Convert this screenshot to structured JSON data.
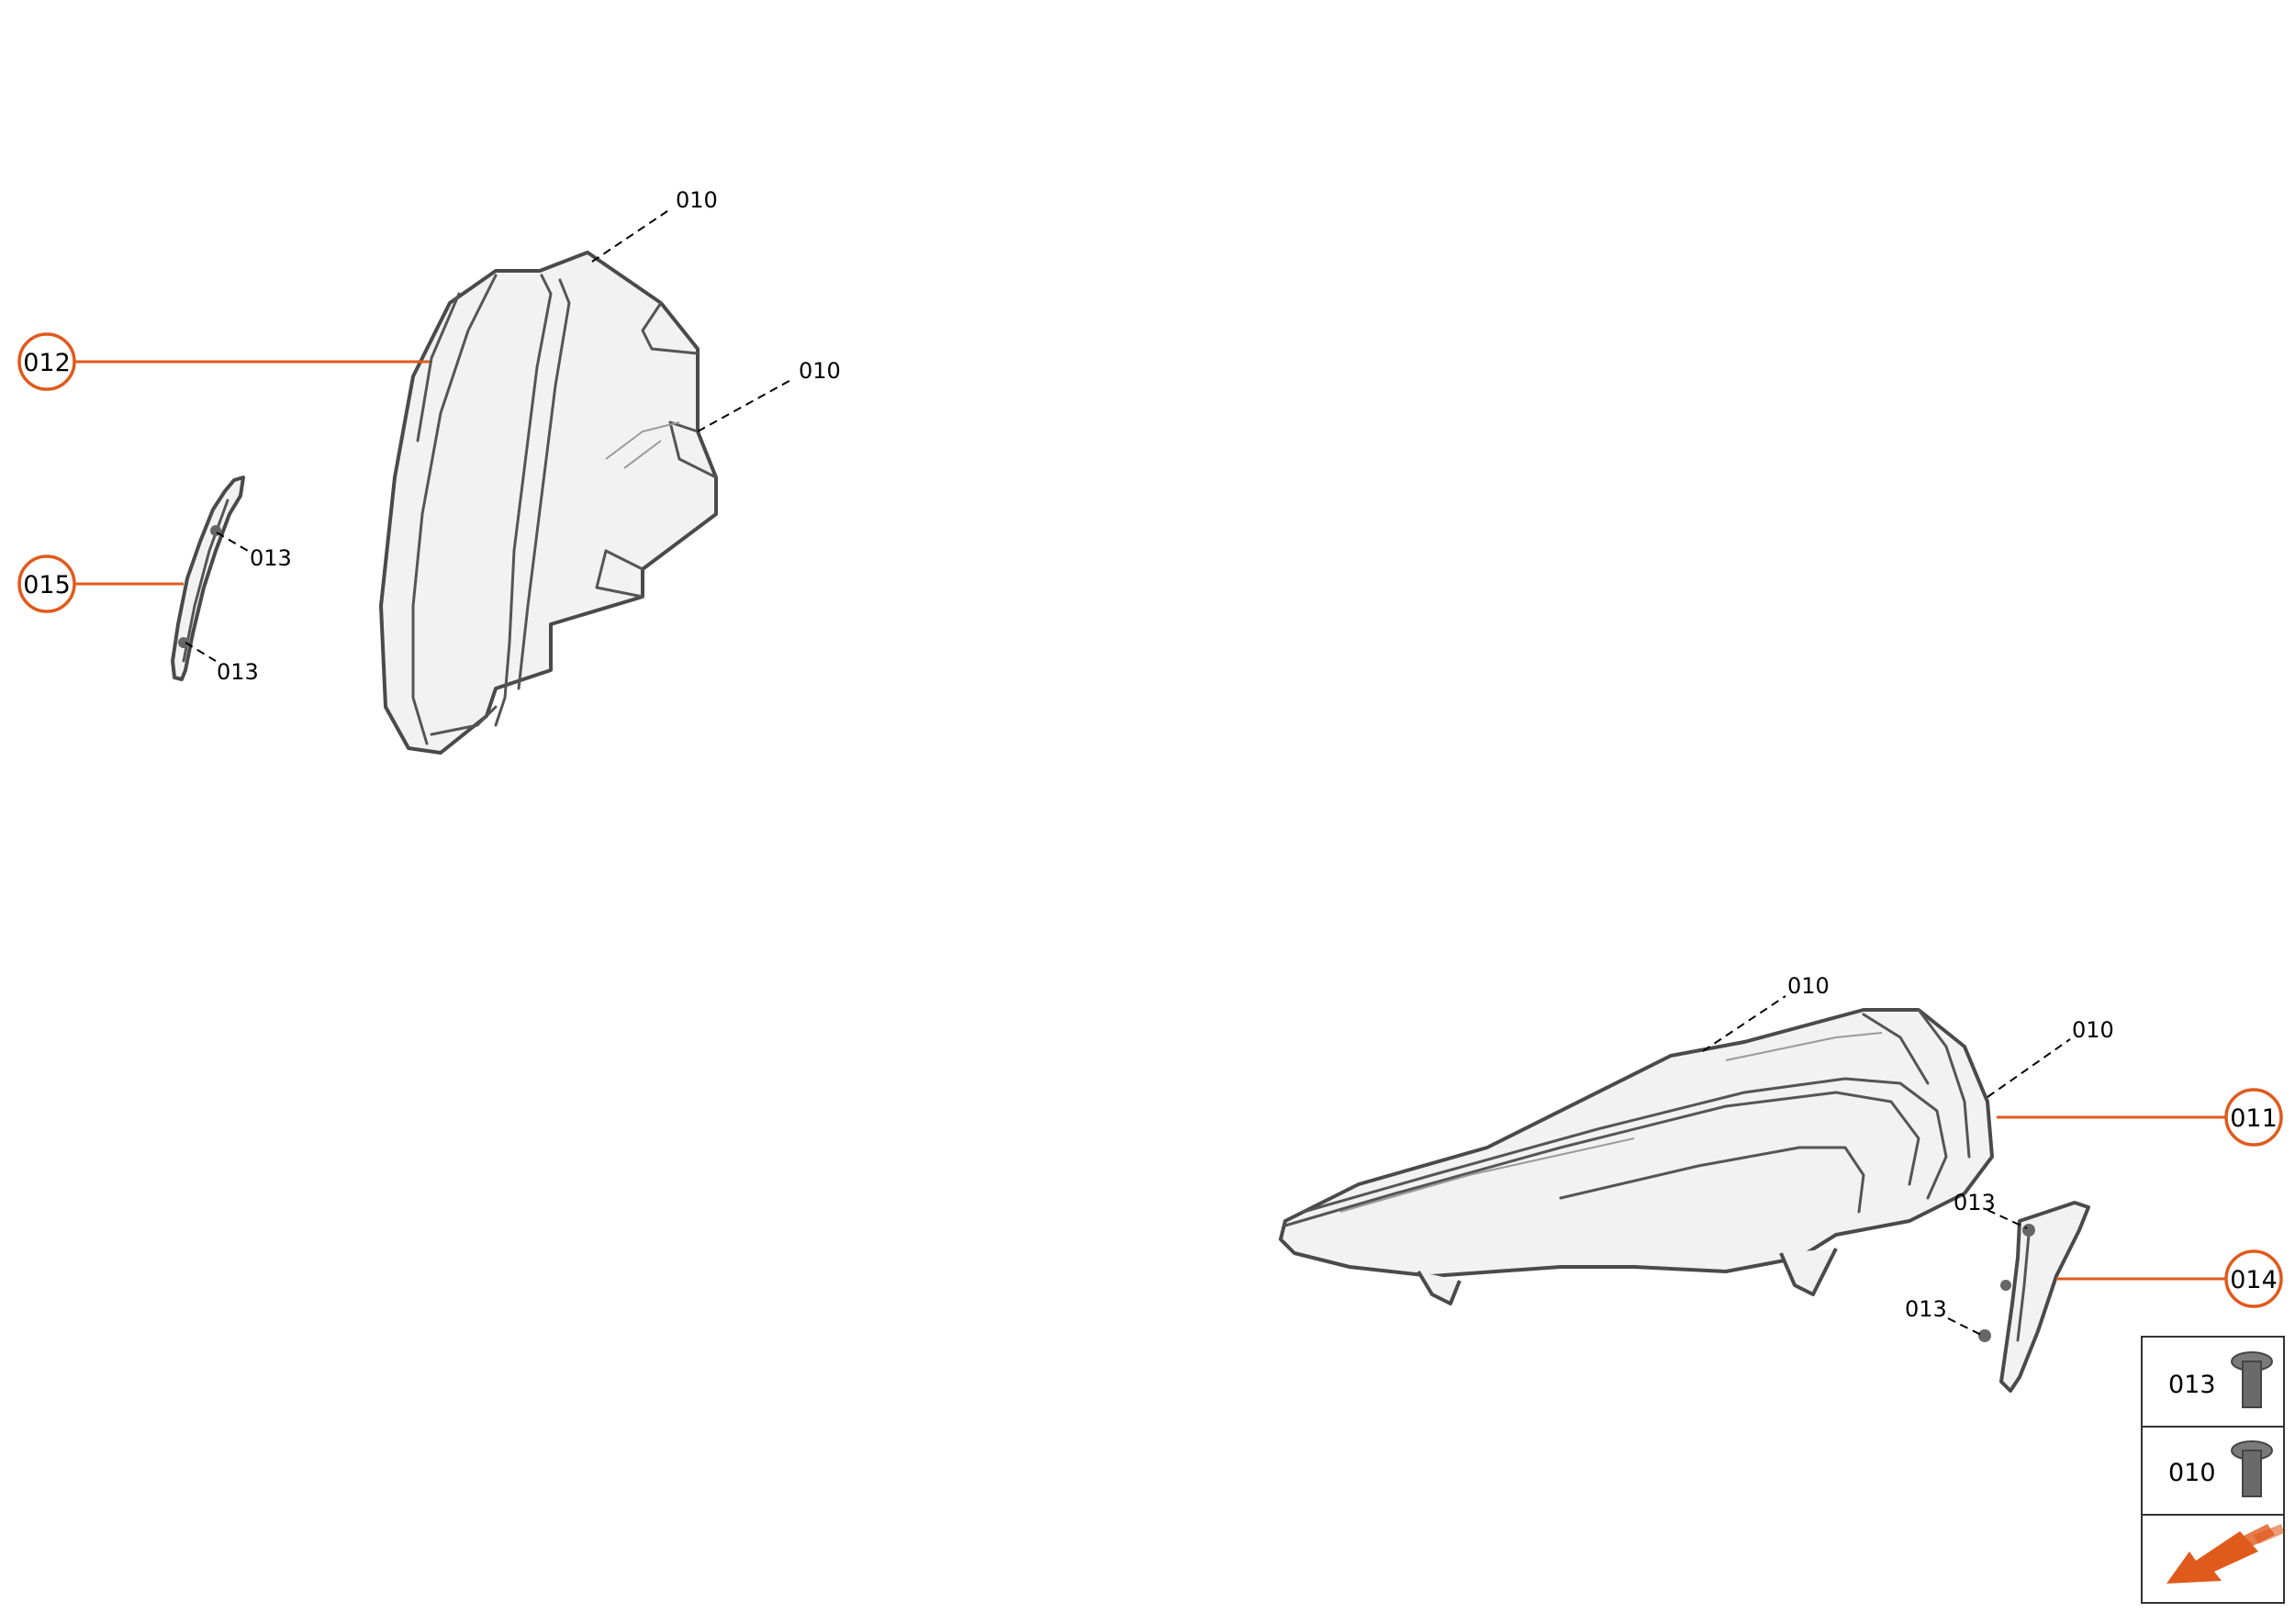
{
  "colors": {
    "accent": "#e05a1c",
    "outline": "#4a4a4a",
    "fill": "#f2f2f2"
  },
  "callouts": {
    "c012": "012",
    "c015": "015",
    "c011": "011",
    "c014": "014"
  },
  "labels": {
    "h1_top": "010",
    "h1_side": "010",
    "trim_top": "013",
    "trim_bottom": "013",
    "h2_top": "010",
    "h2_right": "010",
    "trim2_top": "013",
    "trim2_bottom": "013"
  },
  "legend": {
    "row1": {
      "label": "013",
      "icon": "screw-icon"
    },
    "row2": {
      "label": "010",
      "icon": "screw-icon"
    },
    "row3": {
      "icon": "orange-arrow-icon"
    }
  }
}
